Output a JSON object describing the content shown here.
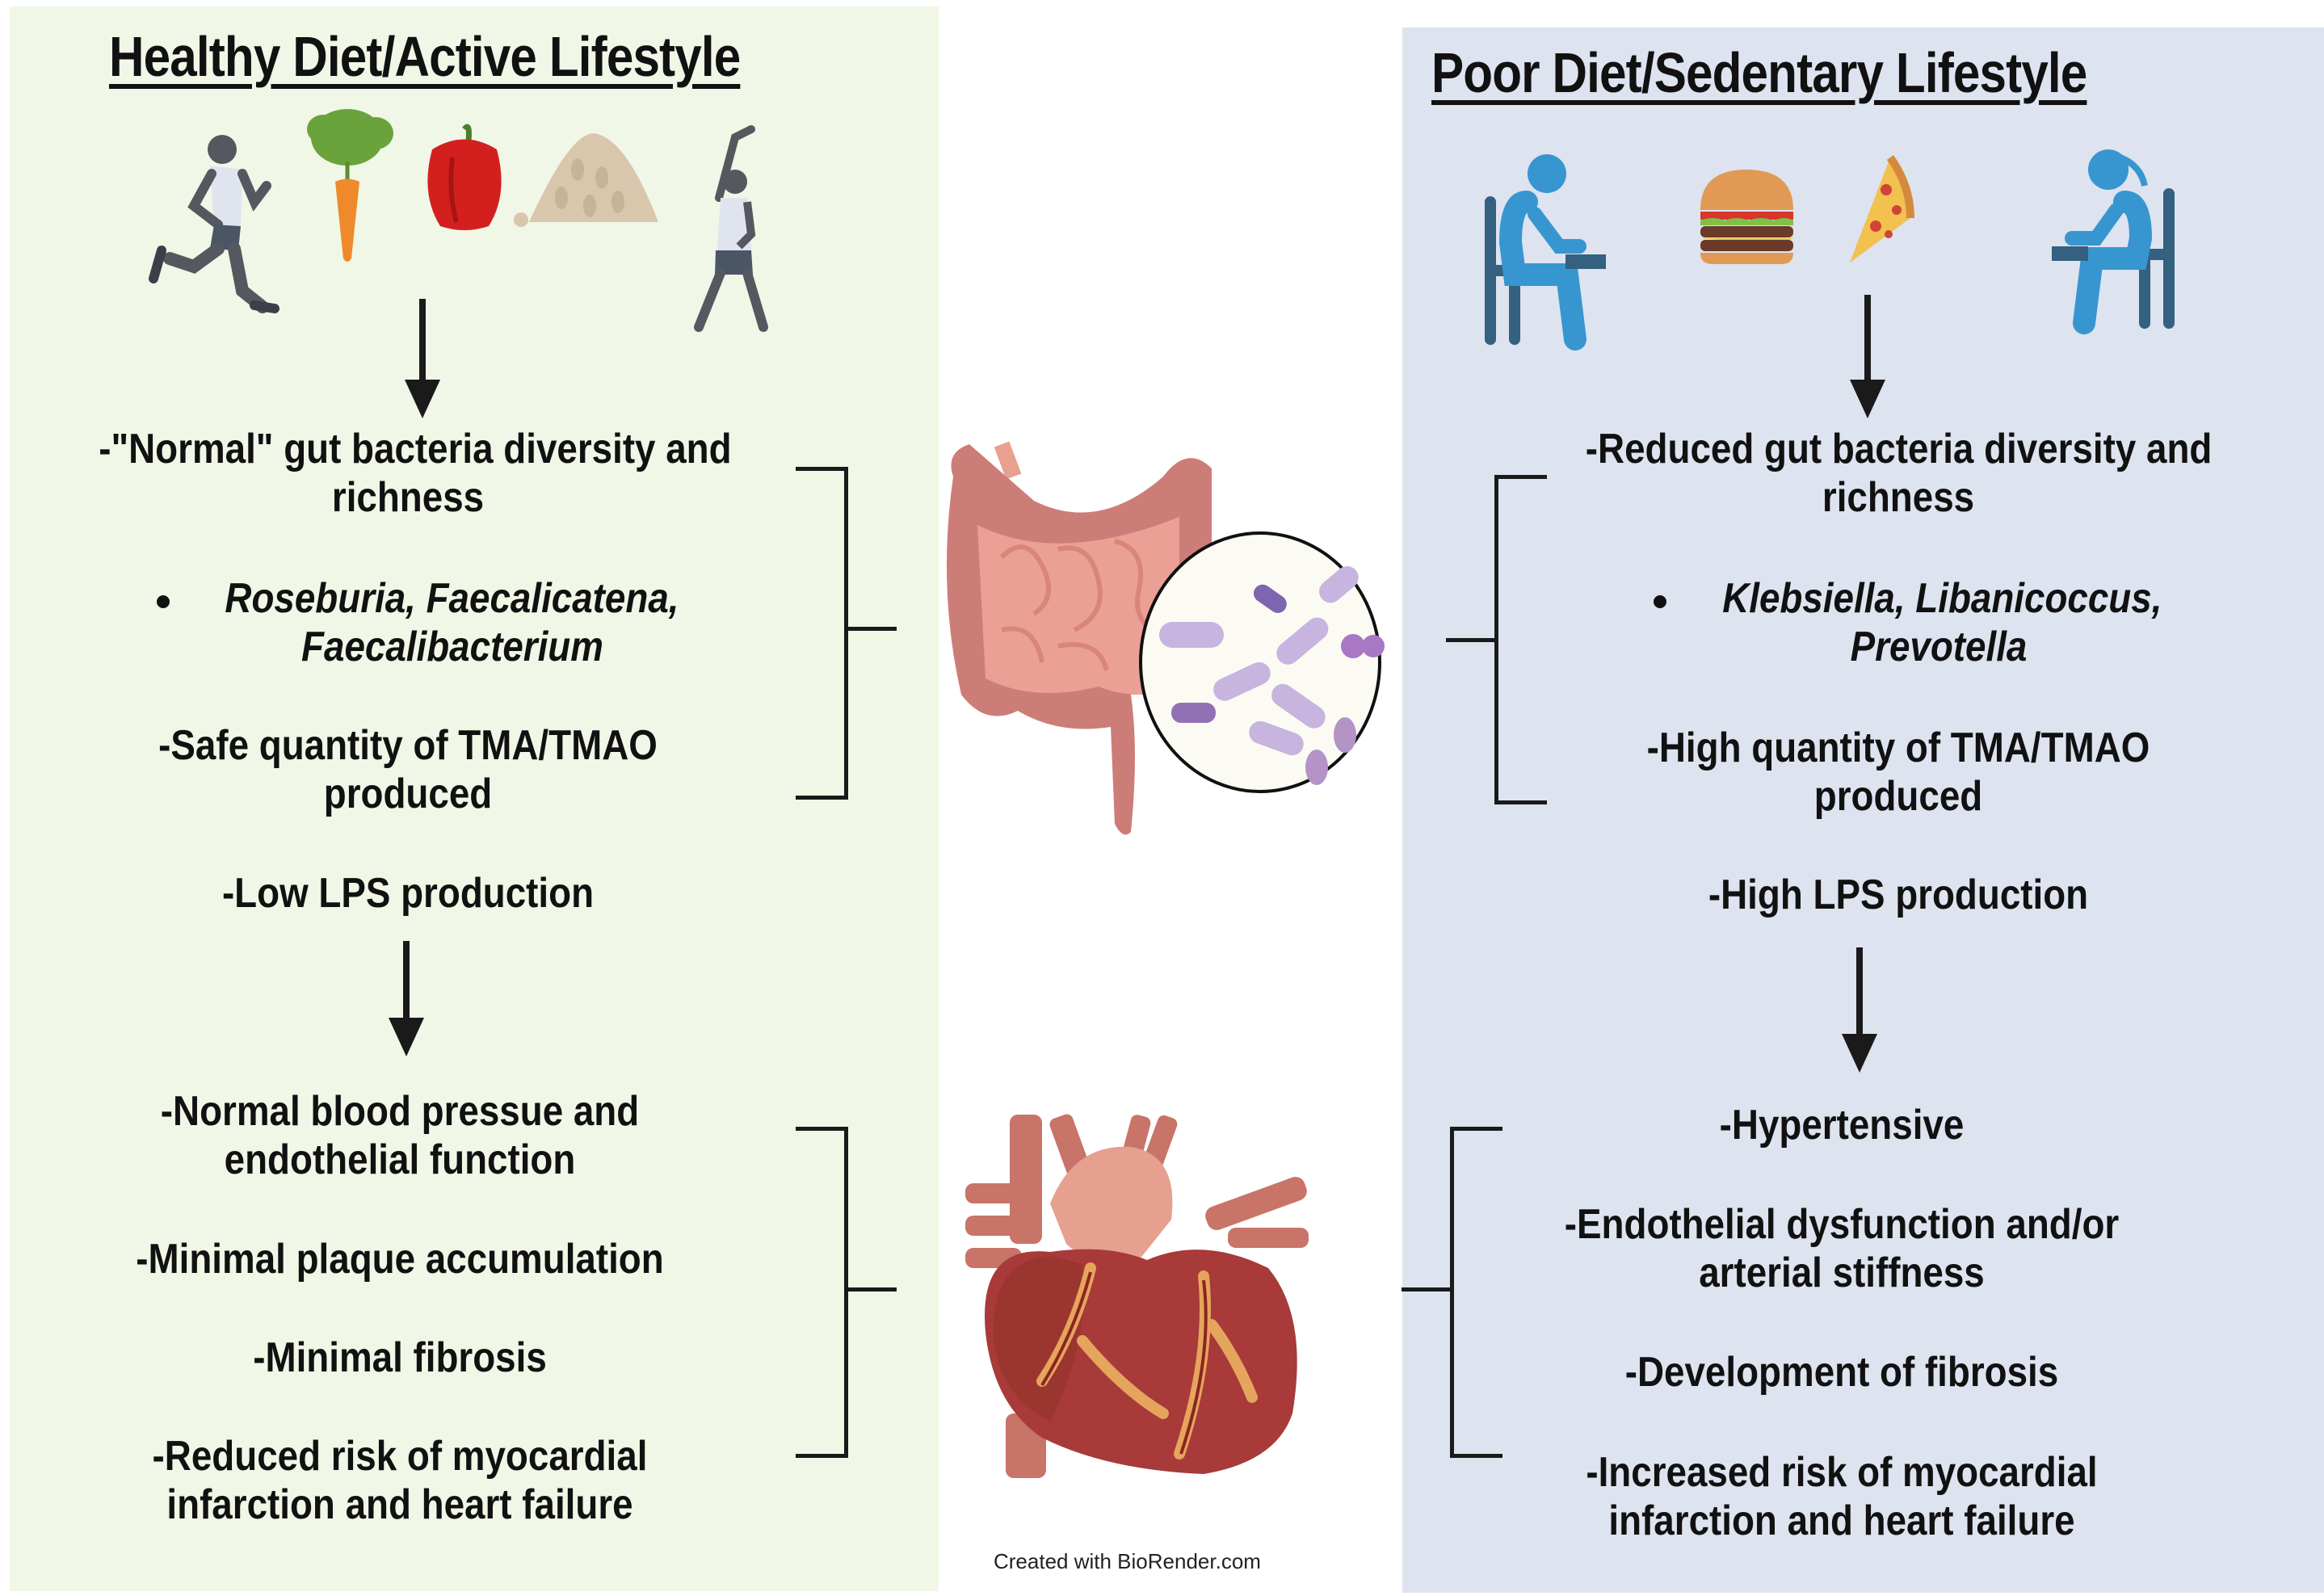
{
  "left": {
    "title": "Healthy Diet/Active Lifestyle",
    "icons": [
      "running-man-icon",
      "carrot-icon",
      "red-pepper-icon",
      "oats-icon",
      "stretching-woman-icon"
    ],
    "gut_effects": [
      {
        "line1": "-\"Normal\" gut bacteria diversity and",
        "line2": "richness"
      },
      {
        "bullet_line1": "Roseburia, Faecalicatena,",
        "bullet_line2": "Faecalibacterium"
      },
      {
        "line1": "-Safe quantity of TMA/TMAO",
        "line2": "produced"
      },
      {
        "line1": "-Low LPS production"
      }
    ],
    "heart_effects": [
      {
        "line1": "-Normal blood pressue and",
        "line2": "endothelial function"
      },
      {
        "line1": "-Minimal plaque accumulation"
      },
      {
        "line1": "-Minimal fibrosis"
      },
      {
        "line1": "-Reduced risk of myocardial",
        "line2": "infarction and heart failure"
      }
    ]
  },
  "right": {
    "title": "Poor Diet/Sedentary Lifestyle",
    "icons": [
      "seated-man-icon",
      "burger-icon",
      "pizza-slice-icon",
      "seated-woman-icon"
    ],
    "gut_effects": [
      {
        "line1": "-Reduced gut bacteria diversity and",
        "line2": "richness"
      },
      {
        "bullet_line1": "Klebsiella, Libanicoccus,",
        "bullet_line2": "Prevotella"
      },
      {
        "line1": "-High quantity of TMA/TMAO",
        "line2": "produced"
      },
      {
        "line1": "-High LPS production"
      }
    ],
    "heart_effects": [
      {
        "line1": "-Hypertensive"
      },
      {
        "line1": "-Endothelial dysfunction and/or",
        "line2": "arterial stiffness"
      },
      {
        "line1": "-Development of fibrosis"
      },
      {
        "line1": "-Increased risk of myocardial",
        "line2": "infarction and heart failure"
      }
    ]
  },
  "center": {
    "illustrations": [
      "intestine-with-bacteria-illustration",
      "heart-illustration"
    ],
    "credit": "Created with BioRender.com"
  },
  "colors": {
    "left_panel": "#f0f7e6",
    "right_panel": "#dde3ef",
    "seated_figure": "#3796d0",
    "chair": "#33617f"
  }
}
